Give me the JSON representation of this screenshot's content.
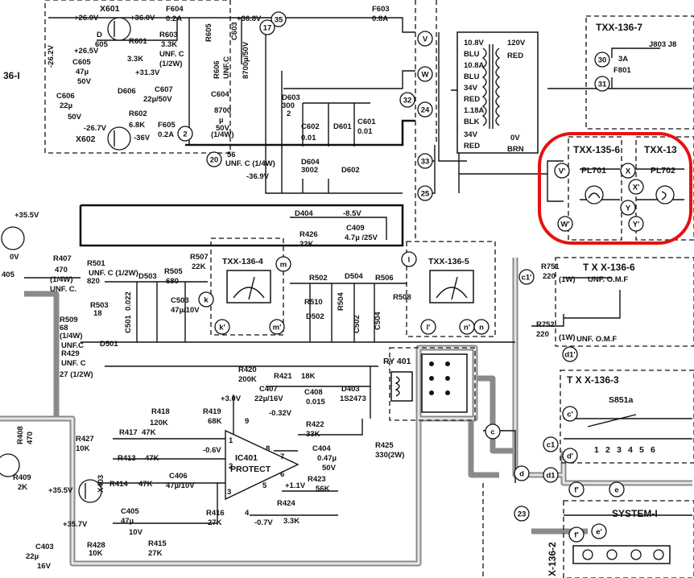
{
  "boards": {
    "txx_136_7": "TXX-136-7",
    "txx_136_6_lamp": "TXX-135-6",
    "txx_136_partial": "TXX-13",
    "txx_136_4": "TXX-136-4",
    "txx_136_5": "TXX-136-5",
    "txx_136_6": "T X X-136-6",
    "txx_136_3": "T X X-136-3",
    "system_1": "SYSTEM-I",
    "left_partial": "36-I",
    "bottom_partial": "X-136-2"
  },
  "lamps": {
    "pl701": "PL701",
    "pl702": "PL702"
  },
  "transistors": {
    "x601": "X601",
    "x602": "X602",
    "x403": "X403"
  },
  "ic": {
    "name": "IC401",
    "desc": "PROTECT",
    "pins": [
      "1",
      "2",
      "3",
      "4",
      "5",
      "6",
      "7",
      "8",
      "9"
    ]
  },
  "relay": "RY 401",
  "switch": "S851a",
  "fuses": {
    "f604": [
      "F604",
      "0.2A"
    ],
    "f603": [
      "F603",
      "0.8A"
    ],
    "f605": [
      "F605",
      "0.2A"
    ],
    "f801": [
      "3A",
      "F801"
    ],
    "j803": "J803 J8"
  },
  "voltages": {
    "v26": "+26.0V",
    "v36": "+36.0V",
    "v368": "+36.8V",
    "v265": "+26.5V",
    "vm262": "-26.2V",
    "v313": "+31.3V",
    "vm267": "-26.7V",
    "vm36": "-36V",
    "vm369": "-36.9V",
    "vm85": "-8.5V",
    "v355": "+35.5V",
    "v0": "0V",
    "v30": "+3.0V",
    "vm06": "-0.6V",
    "vm032": "-0.32V",
    "v11": "+1.1V",
    "vm07": "-0.7V",
    "v357": "+35.7V",
    "v355b": "+35.5V"
  },
  "transformer": {
    "left": [
      "10.8V",
      "BLU",
      "10.8A",
      "BLU",
      "34V",
      "RED",
      "1.18A",
      "BLK",
      "34V",
      "RED"
    ],
    "right": [
      "120V",
      "RED",
      "0V",
      "BRN"
    ]
  },
  "parts": {
    "r601": [
      "R601",
      "3.3K"
    ],
    "r603": [
      "R603",
      "3.3K",
      "UNF. C",
      "(1/2W)"
    ],
    "d605": [
      "D",
      "605"
    ],
    "c605": [
      "C605",
      "47µ",
      "50V"
    ],
    "c606": [
      "C606",
      "22µ",
      "50V"
    ],
    "d606": "D606",
    "c607": [
      "C607",
      "22µ/50V"
    ],
    "r602": [
      "R602",
      "6.8K"
    ],
    "r605": [
      "R605",
      "56",
      "UNF. C (1/4W)"
    ],
    "r606": [
      "R606",
      "(1/4W)",
      "UNF.C"
    ],
    "c603": [
      "C603",
      "8700µ/50V"
    ],
    "c604": [
      "C604",
      "8700",
      "µ",
      "50V"
    ],
    "d603": [
      "D603",
      "300",
      "2"
    ],
    "c602": [
      "C602",
      "0.01"
    ],
    "d601": "D601",
    "c601": [
      "C601",
      "0.01"
    ],
    "d604": [
      "D604",
      "3002"
    ],
    "d602": "D602",
    "d404": "D404",
    "r426": [
      "R426",
      "22K"
    ],
    "c409": [
      "C409",
      "4.7µ /25V"
    ],
    "r407": [
      "R407",
      "470",
      "(1/4W)",
      "UNF. C."
    ],
    "r501": [
      "R501",
      "UNF. C (1/2W)",
      "820"
    ],
    "d503": "D503",
    "r505": [
      "R505",
      "680"
    ],
    "r507": [
      "R507",
      "22K"
    ],
    "r503": [
      "R503",
      "18"
    ],
    "c501": [
      "C501",
      "0.022"
    ],
    "c503": [
      "C503",
      "47µ/10V"
    ],
    "r502": "R502",
    "d504": "D504",
    "r506": "R506",
    "r510": "R510",
    "r504": "R504",
    "d502": "D502",
    "c502": "C502",
    "c504": "C504",
    "r508": "R508",
    "d501": "D501",
    "r509": [
      "R509",
      "68",
      "(1/4W)",
      "UNF.C"
    ],
    "r429": [
      "R429",
      "UNF. C",
      "27 (1/2W)"
    ],
    "r751": [
      "R751",
      "220",
      "(1W)"
    ],
    "r752": [
      "R752",
      "220",
      "(1W)"
    ],
    "omf1": "UNF. O.M.F",
    "omf2": "UNF. O.M.F",
    "r420": [
      "R420",
      "200K"
    ],
    "r421": [
      "R421",
      "18K"
    ],
    "c407": [
      "C407",
      "22µ/16V"
    ],
    "c408": [
      "C408",
      "0.015"
    ],
    "d403": [
      "D403",
      "1S2473"
    ],
    "r422": [
      "R422",
      "33K"
    ],
    "c404": [
      "C404",
      "0.47µ",
      "50V"
    ],
    "r423": [
      "R423",
      "56K"
    ],
    "r425": [
      "R425",
      "330(2W)"
    ],
    "r424": [
      "R424",
      "3.3K"
    ],
    "r418": [
      "R418",
      "120K"
    ],
    "r419": [
      "R419",
      "68K"
    ],
    "r417": [
      "R417",
      "47K"
    ],
    "r413": [
      "R413",
      "47K"
    ],
    "r414": [
      "R414",
      "47K"
    ],
    "c406": [
      "C406",
      "47µ/10V"
    ],
    "r416": [
      "R416",
      "27K"
    ],
    "c405": [
      "C405",
      "47µ",
      "10V"
    ],
    "r415": [
      "R415",
      "27K"
    ],
    "r428": [
      "R428",
      "10K"
    ],
    "r427": [
      "R427",
      "10K"
    ],
    "r409": [
      "R409",
      "2K"
    ],
    "r408": [
      "R408",
      "470"
    ],
    "c403": [
      "C403",
      "22µ",
      "16V"
    ],
    "r405": "405"
  },
  "nodes": {
    "n35": "35",
    "n17": "17",
    "nV": "V",
    "nW": "W",
    "n32": "32",
    "n24": "24",
    "n33": "33",
    "n25": "25",
    "n2": "2",
    "n20": "20",
    "n30": "30",
    "n31": "31",
    "nVp": "V'",
    "nWp": "W'",
    "nX": "X",
    "nXp": "X'",
    "nY": "Y",
    "nYp": "Y'",
    "nm": "m",
    "nk": "k",
    "nkp": "k'",
    "nmp": "m'",
    "nl": "l",
    "nlp": "l'",
    "nnp": "n'",
    "nn": "n",
    "nc": "c",
    "nd": "d",
    "n23": "23",
    "nc1p": "c1'",
    "nd1p": "d1'",
    "ncp": "c'",
    "nc1": "c1",
    "ndp": "d'",
    "nd1": "d1",
    "nfp": "f'",
    "ne": "e",
    "nf1p": "f'",
    "nep": "e'",
    "s_terms": [
      "1",
      "2",
      "3",
      "4",
      "5",
      "6"
    ]
  },
  "annotation": {
    "shape": "red-ellipse",
    "color": "#e81010",
    "target": "lamps PL701 / PL702"
  }
}
